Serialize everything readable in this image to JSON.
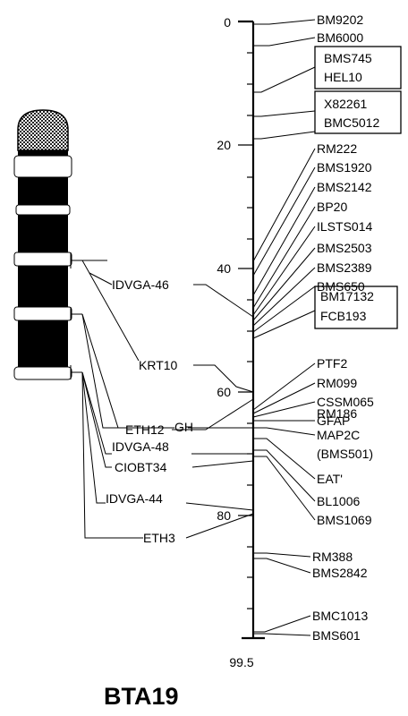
{
  "title": "BTA19",
  "axis": {
    "ticks": [
      "0",
      "20",
      "40",
      "60",
      "80"
    ],
    "end_label": "99.5"
  },
  "right_markers": [
    "BM9202",
    "BM6000",
    "BMS745",
    "HEL10",
    "X82261",
    "BMC5012",
    "RM222",
    "BMS1920",
    "BMS2142",
    "BP20",
    "ILSTS014",
    "BMS2503",
    "BMS2389",
    "BMS650",
    "BM17132",
    "FCB193",
    "PTF2",
    "RM099",
    "CSSM065",
    "GFAP",
    "RM186",
    "MAP2C",
    "(BMS501)",
    "EAT'",
    "BL1006",
    "BMS1069",
    "RM388",
    "BMS2842",
    "BMC1013",
    "BMS601"
  ],
  "left_markers": [
    "IDVGA-46",
    "KRT10",
    "ETH12",
    "GH",
    "IDVGA-48",
    "CIOBT34",
    "IDVGA-44",
    "ETH3"
  ],
  "colors": {
    "line": "#000000",
    "chromosome_band": "#000000",
    "centromere_fill": "#333333"
  }
}
